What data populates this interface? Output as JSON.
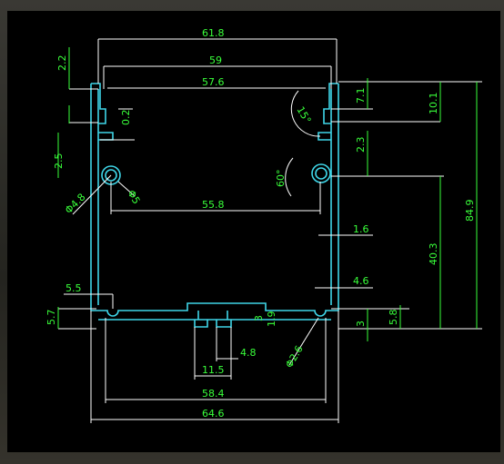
{
  "colors": {
    "profile": "#3fd6e8",
    "dimension_line": "#ffffff",
    "vertical_dimension": "#39ff3a",
    "background": "#000000"
  },
  "horizontal_dims": {
    "d_61_8": "61.8",
    "d_59": "59",
    "d_57_6": "57.6",
    "d_55_8": "55.8",
    "d_58_4": "58.4",
    "d_64_6": "64.6",
    "d_11_5": "11.5",
    "d_4_8": "4.8",
    "d_5_5": "5.5",
    "d_1_6": "1.6",
    "d_4_6": "4.6"
  },
  "vertical_dims": {
    "d_2_2": "2.2",
    "d_0_2": "0.2",
    "d_2_5": "2.5",
    "d_5_7": "5.7",
    "d_7_1": "7.1",
    "d_10_1": "10.1",
    "d_84_9": "84.9",
    "d_2_3": "2.3",
    "d_40_3": "40.3",
    "d_3": "3",
    "d_5_8": "5.8",
    "d_3_small": "3",
    "d_1_9": "1.9"
  },
  "angle_dims": {
    "a_15": "15°",
    "a_60": "60°"
  },
  "diameter_dims": {
    "phi_4_8": "Φ4.8",
    "phi_5": "Φ5",
    "phi_2_6": "Φ2.6"
  }
}
